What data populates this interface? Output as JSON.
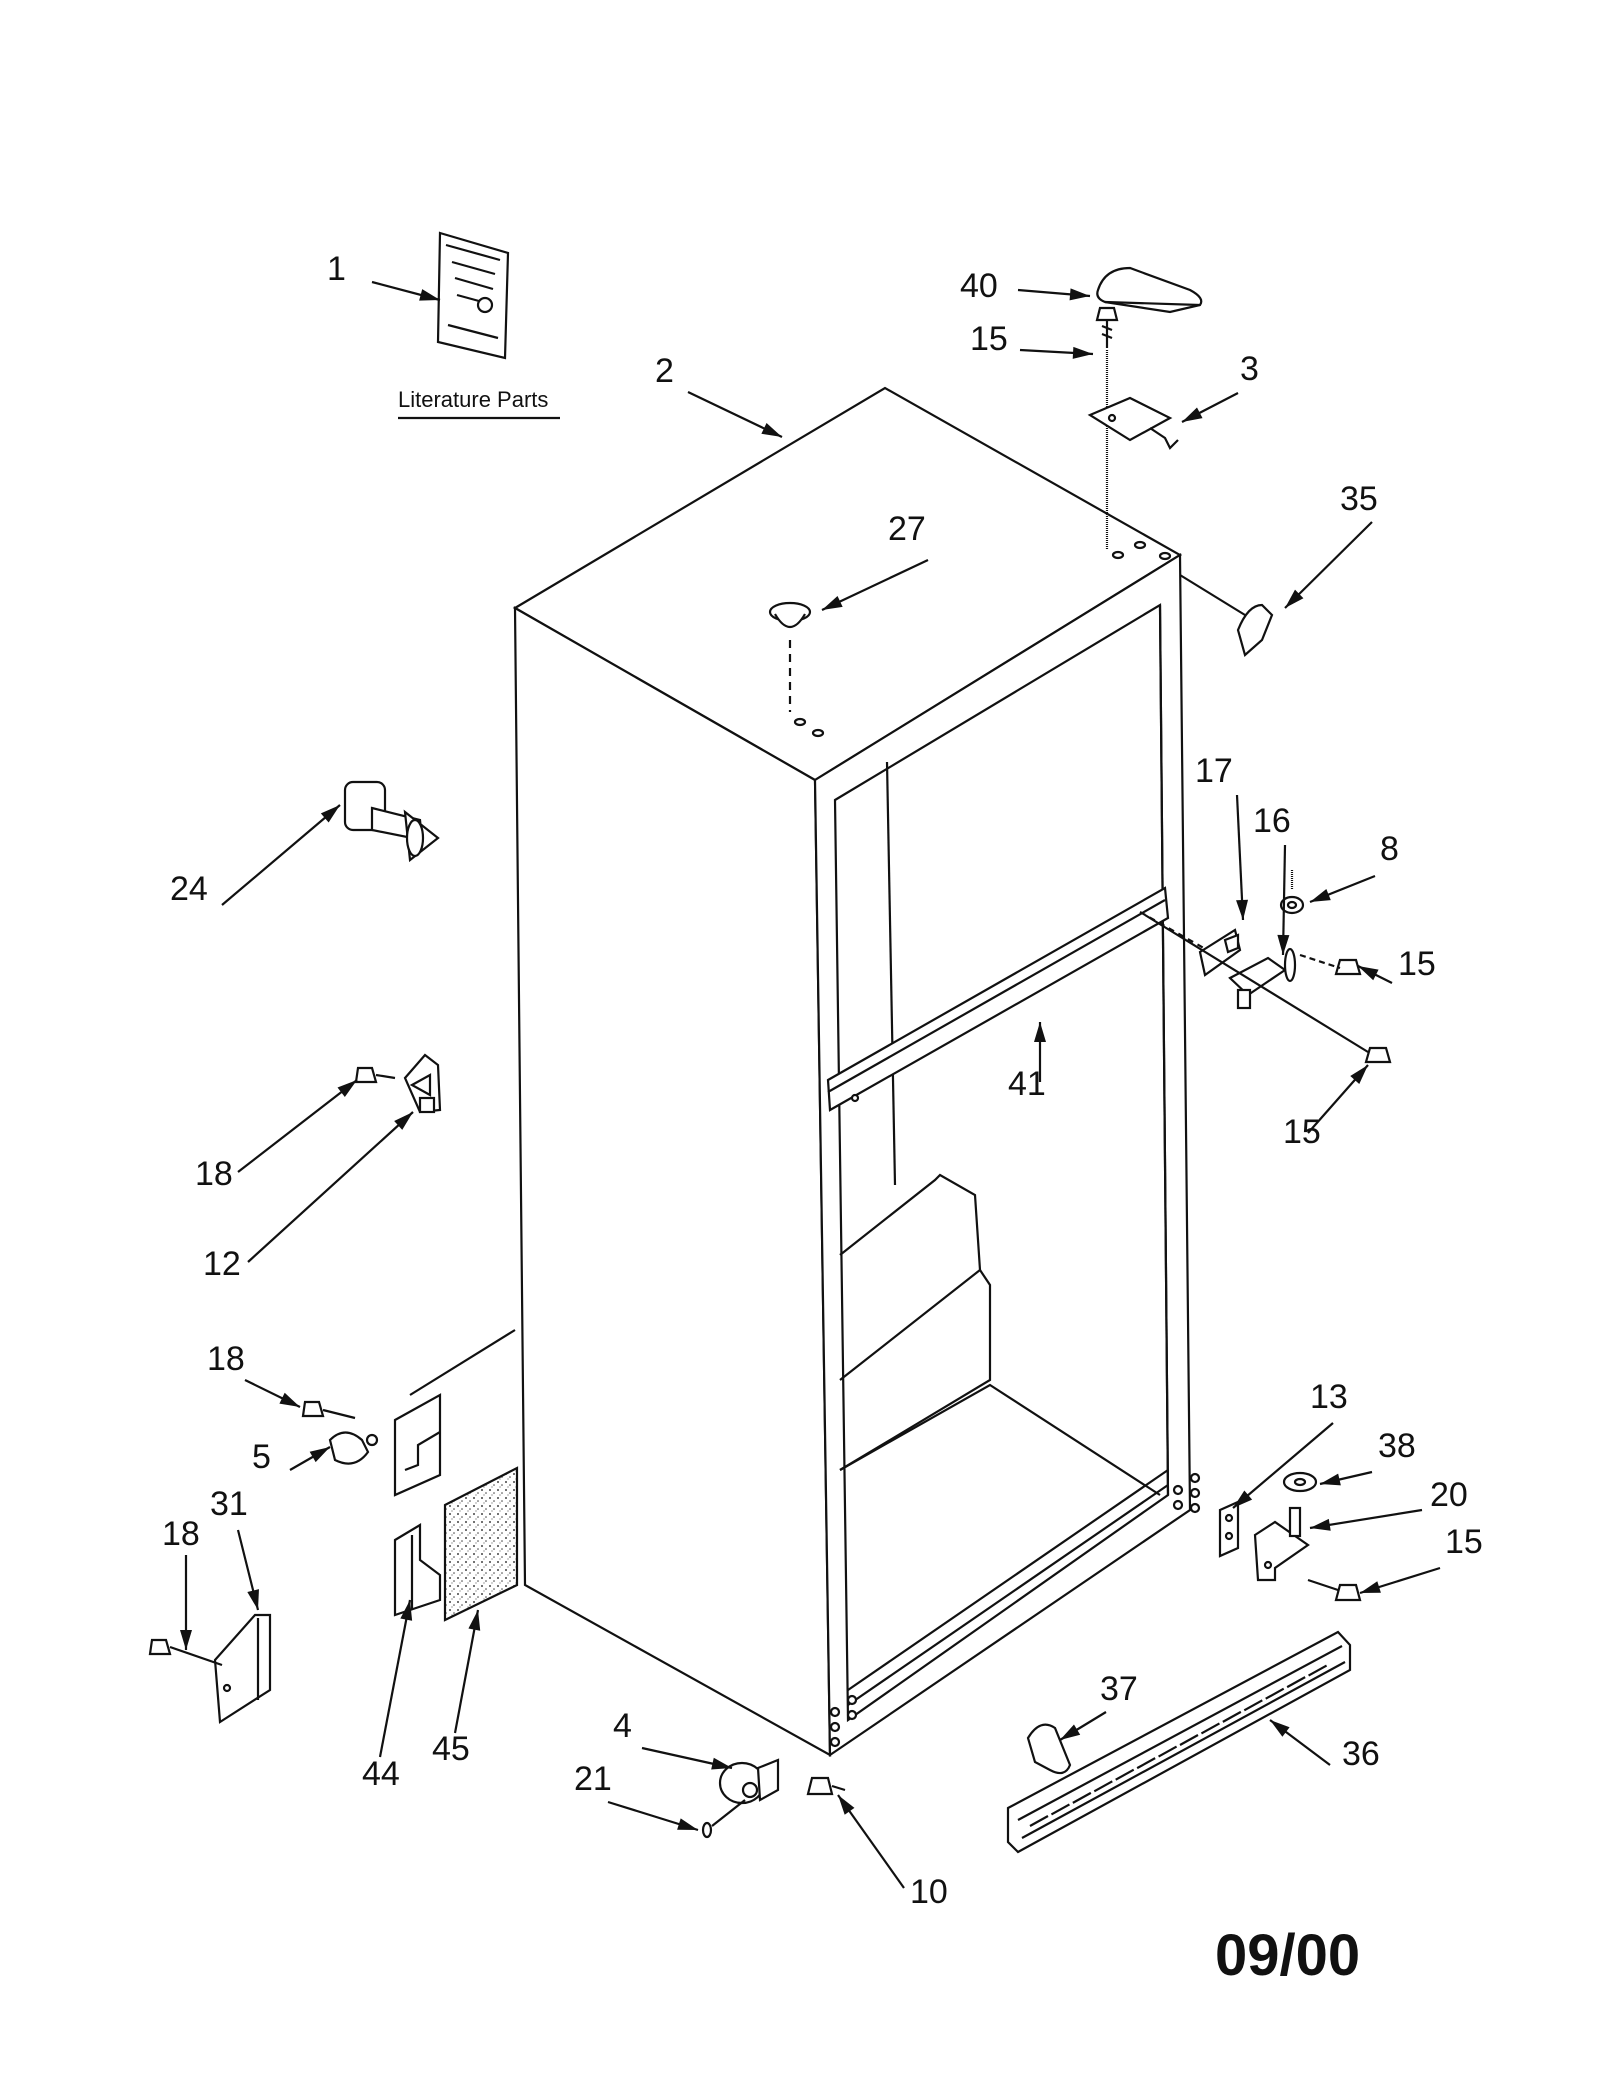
{
  "literature_label": "Literature Parts",
  "date_code": "09/00",
  "callouts": [
    {
      "id": "c1",
      "text": "1"
    },
    {
      "id": "c2",
      "text": "2"
    },
    {
      "id": "c40",
      "text": "40"
    },
    {
      "id": "c15a",
      "text": "15"
    },
    {
      "id": "c3",
      "text": "3"
    },
    {
      "id": "c35",
      "text": "35"
    },
    {
      "id": "c27",
      "text": "27"
    },
    {
      "id": "c24",
      "text": "24"
    },
    {
      "id": "c17",
      "text": "17"
    },
    {
      "id": "c16",
      "text": "16"
    },
    {
      "id": "c8",
      "text": "8"
    },
    {
      "id": "c15b",
      "text": "15"
    },
    {
      "id": "c41",
      "text": "41"
    },
    {
      "id": "c15c",
      "text": "15"
    },
    {
      "id": "c18a",
      "text": "18"
    },
    {
      "id": "c12",
      "text": "12"
    },
    {
      "id": "c18b",
      "text": "18"
    },
    {
      "id": "c5",
      "text": "5"
    },
    {
      "id": "c18c",
      "text": "18"
    },
    {
      "id": "c31",
      "text": "31"
    },
    {
      "id": "c13",
      "text": "13"
    },
    {
      "id": "c38",
      "text": "38"
    },
    {
      "id": "c20",
      "text": "20"
    },
    {
      "id": "c15d",
      "text": "15"
    },
    {
      "id": "c44",
      "text": "44"
    },
    {
      "id": "c45",
      "text": "45"
    },
    {
      "id": "c37",
      "text": "37"
    },
    {
      "id": "c36",
      "text": "36"
    },
    {
      "id": "c4",
      "text": "4"
    },
    {
      "id": "c21",
      "text": "21"
    },
    {
      "id": "c10",
      "text": "10"
    }
  ]
}
